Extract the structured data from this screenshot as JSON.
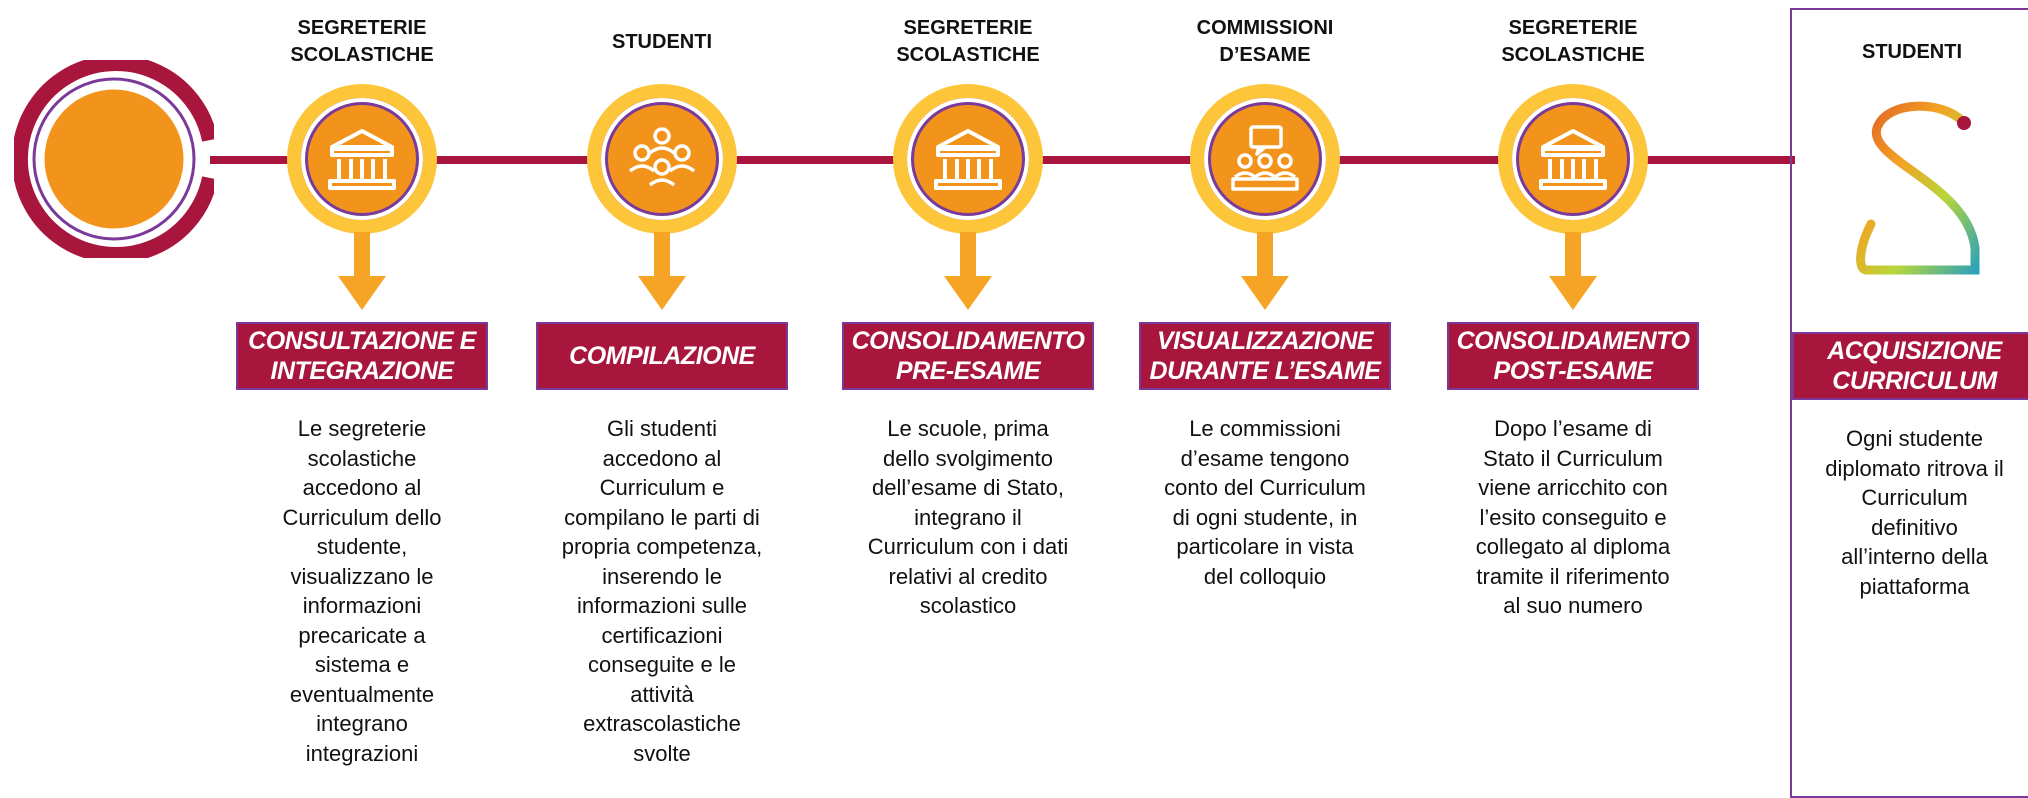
{
  "colors": {
    "timeline": "#a8153d",
    "banner": "#a8153d",
    "banner_border": "#7a3a9a",
    "node_outer": "#fcc53a",
    "node_inner": "#f2941b",
    "arrow": "#f5a425"
  },
  "steps": [
    {
      "actor": "SEGRETERIE\nSCOLASTICHE",
      "icon": "building-icon",
      "title": "CONSULTAZIONE E\nINTEGRAZIONE",
      "description": "Le segreterie\nscolastiche\naccedono al\nCurriculum dello\nstudente,\nvisualizzano le\ninformazioni\nprecaricate a\nsistema e\neventualmente\nintegrano\nintegrazioni"
    },
    {
      "actor": "STUDENTI",
      "icon": "students-group-icon",
      "title": "COMPILAZIONE",
      "description": "Gli studenti\naccedono al\nCurriculum e\ncompilano le parti di\npropria competenza,\ninserendo le\ninformazioni sulle\ncertificazioni\nconseguite e le\nattività\nextrascolastiche\nsvolte"
    },
    {
      "actor": "SEGRETERIE\nSCOLASTICHE",
      "icon": "building-icon",
      "title": "CONSOLIDAMENTO\nPRE-ESAME",
      "description": "Le scuole, prima\ndello svolgimento\ndell’esame di Stato,\nintegrano il\nCurriculum con i dati\nrelativi al credito\nscolastico"
    },
    {
      "actor": "COMMISSIONI\nD’ESAME",
      "icon": "commission-icon",
      "title": "VISUALIZZAZIONE\nDURANTE L’ESAME",
      "description": "Le commissioni\nd’esame tengono\nconto del Curriculum\ndi ogni studente, in\nparticolare in vista\ndel colloquio"
    },
    {
      "actor": "SEGRETERIE\nSCOLASTICHE",
      "icon": "building-icon",
      "title": "CONSOLIDAMENTO\nPOST-ESAME",
      "description": "Dopo l’esame di\nStato il Curriculum\nviene arricchito con\nl’esito conseguito e\ncollegato al diploma\ntramite il riferimento\nal suo numero"
    }
  ],
  "final": {
    "actor": "STUDENTI",
    "icon": "curriculum-s-logo-icon",
    "title": "ACQUISIZIONE\nCURRICULUM",
    "description": "Ogni studente\ndiplomato ritrova il\nCurriculum\ndefinitivo\nall’interno della\npiattaforma"
  }
}
